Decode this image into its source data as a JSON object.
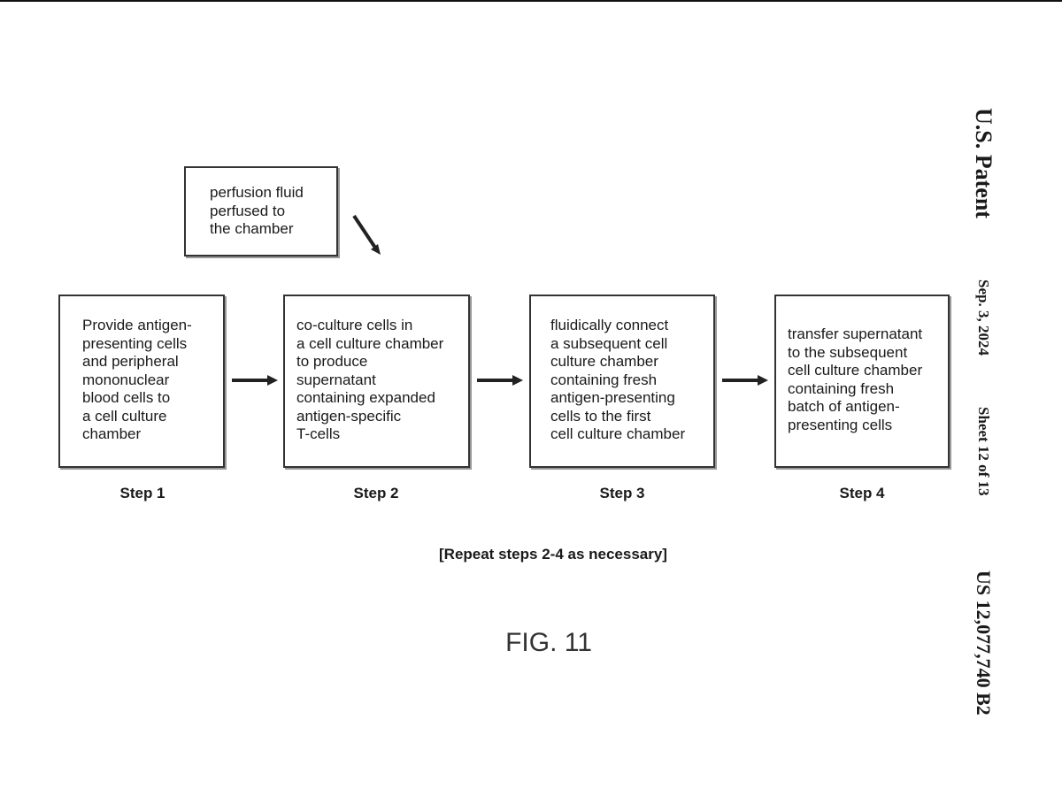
{
  "header": {
    "patent_office": "U.S. Patent",
    "date": "Sep. 3, 2024",
    "sheet": "Sheet 12 of 13",
    "patent_number": "US 12,077,740 B2"
  },
  "perfusion_box": {
    "text": "perfusion fluid\nperfused to\nthe chamber"
  },
  "steps": [
    {
      "label": "Step 1",
      "text": "Provide antigen-\npresenting cells\nand peripheral\nmononuclear\nblood cells to\na cell culture\nchamber"
    },
    {
      "label": "Step 2",
      "text": "co-culture cells in\na cell culture chamber\nto produce\nsupernatant\ncontaining expanded\nantigen-specific\nT-cells"
    },
    {
      "label": "Step 3",
      "text": "fluidically connect\na subsequent cell\nculture chamber\ncontaining fresh\nantigen-presenting\ncells to the first\ncell culture chamber"
    },
    {
      "label": "Step 4",
      "text": "transfer supernatant\nto the subsequent\ncell culture chamber\ncontaining fresh\nbatch of antigen-\npresenting cells"
    }
  ],
  "repeat_note": "[Repeat steps 2-4 as necessary]",
  "figure_label": "FIG. 11"
}
